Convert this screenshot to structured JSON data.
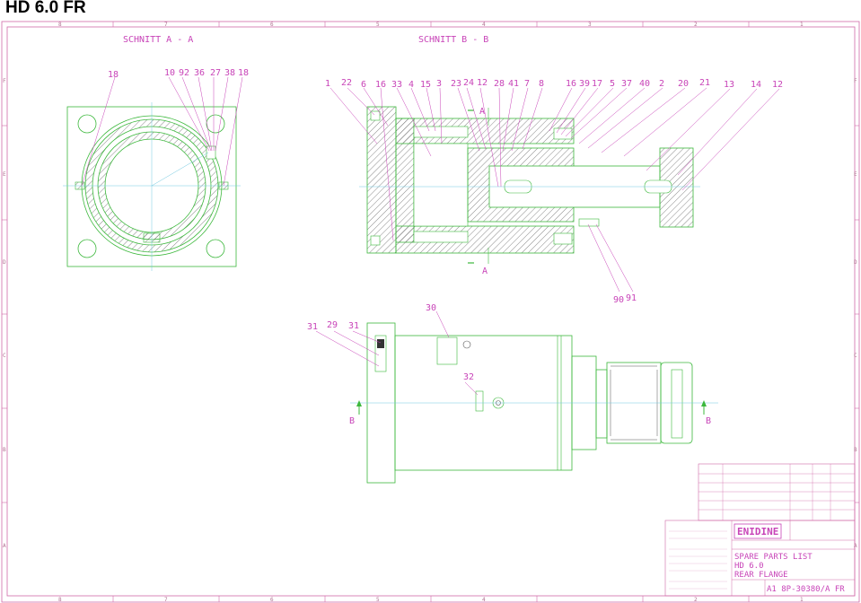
{
  "header": {
    "title": "HD 6.0 FR"
  },
  "sections": {
    "a": "SCHNITT A - A",
    "b": "SCHNITT B - B"
  },
  "section_marks": {
    "a_top": "A",
    "a_bottom": "A",
    "b_left": "B",
    "b_right": "B"
  },
  "border": {
    "columns": [
      "8",
      "7",
      "6",
      "5",
      "4",
      "3",
      "2",
      "1"
    ],
    "rows": [
      "F",
      "E",
      "D",
      "C",
      "B",
      "A"
    ]
  },
  "callouts_a": [
    "18",
    "10",
    "92",
    "36",
    "27",
    "38",
    "18"
  ],
  "callouts_b": [
    "1",
    "22",
    "6",
    "16",
    "33",
    "4",
    "15",
    "3",
    "23",
    "24",
    "12",
    "28",
    "41",
    "7",
    "8",
    "16",
    "39",
    "17",
    "5",
    "37",
    "40",
    "2",
    "20",
    "21",
    "13",
    "14",
    "12"
  ],
  "callouts_b_low": [
    "90",
    "91"
  ],
  "callouts_c": [
    "31",
    "29",
    "31",
    "30",
    "32"
  ],
  "title_block": {
    "company": "ENIDINE",
    "doc_title": "SPARE PARTS LIST",
    "model": "HD 6.0",
    "part": "REAR FLANGE",
    "drawing_no": "A1 8P-30380/A FR"
  },
  "colors": {
    "outline": "#3cb83c",
    "text": "#c844b8",
    "hatch": "#4a4a4a",
    "center": "#70c8e0"
  }
}
